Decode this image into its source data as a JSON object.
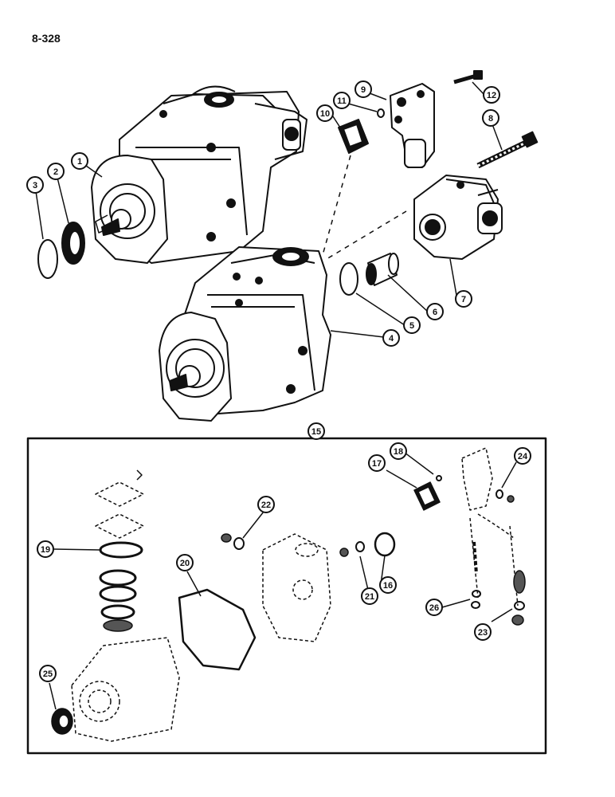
{
  "page_number": "8-328",
  "kit_label": "15",
  "callouts": [
    "1",
    "2",
    "3",
    "4",
    "5",
    "6",
    "7",
    "8",
    "9",
    "10",
    "11",
    "12",
    "16",
    "17",
    "18",
    "19",
    "20",
    "21",
    "22",
    "23",
    "24",
    "25",
    "26"
  ],
  "colors": {
    "ink": "#111111",
    "paper": "#ffffff",
    "shade": "#555555"
  }
}
